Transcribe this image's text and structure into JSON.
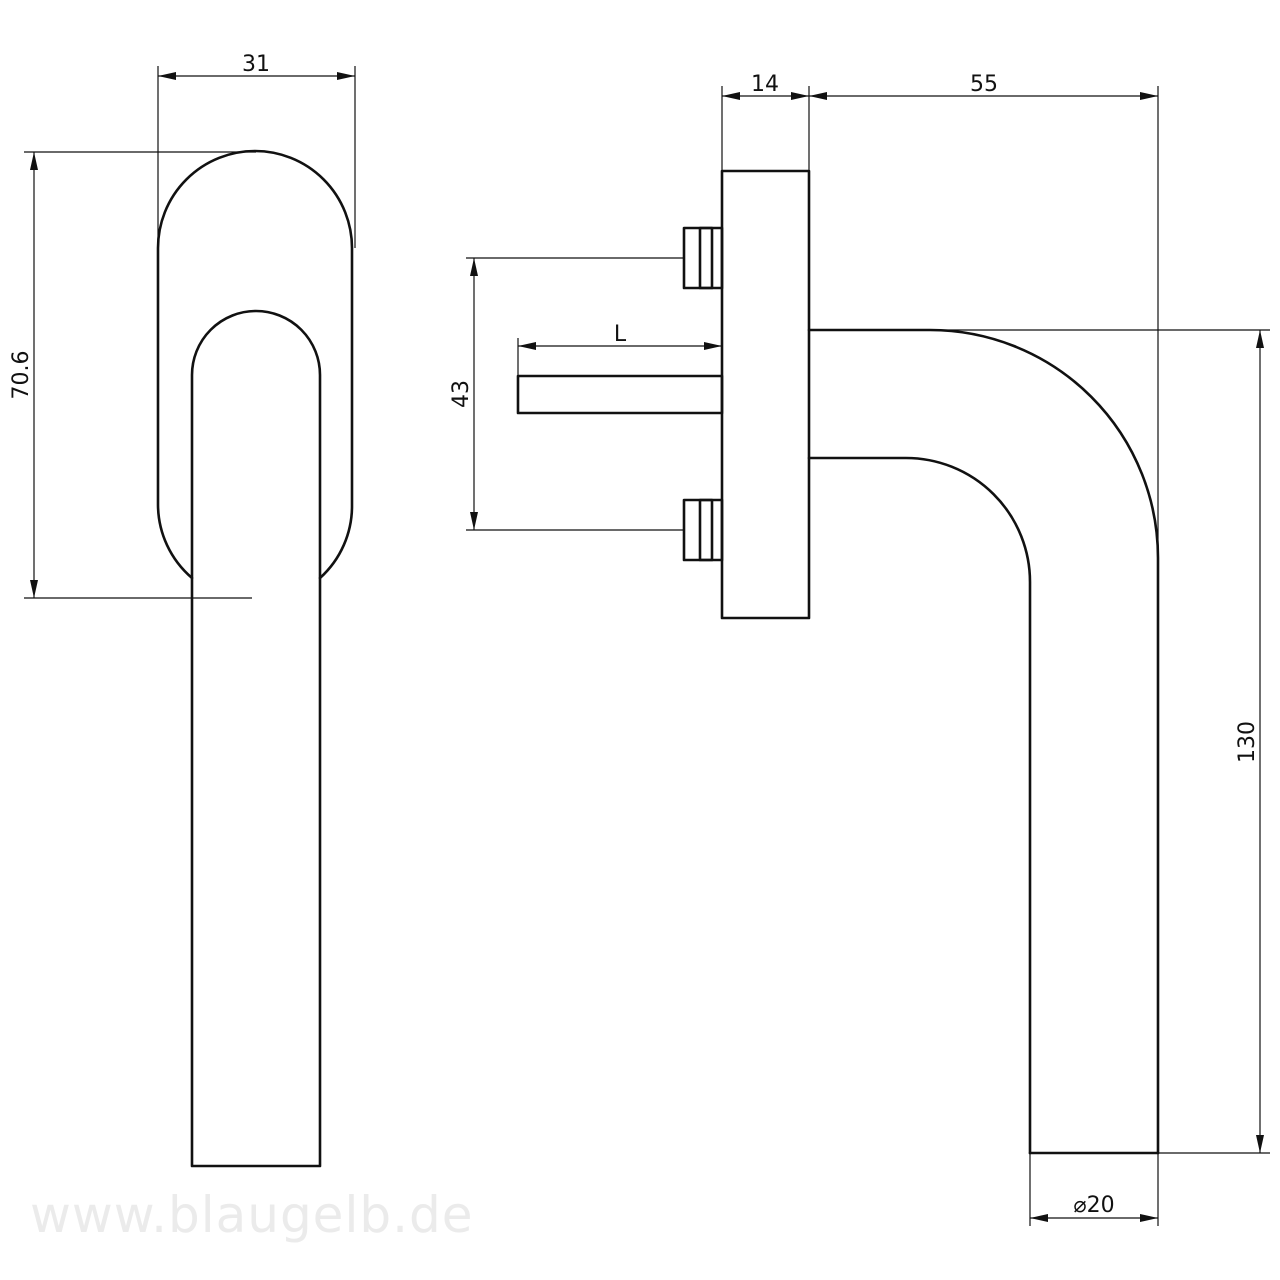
{
  "drawing": {
    "watermark": "www.blaugelb.de",
    "front_view": {
      "dim_width": "31",
      "dim_height": "70.6"
    },
    "side_view": {
      "dim_rose_depth": "14",
      "dim_projection": "55",
      "dim_screw_spacing": "43",
      "dim_spindle_length": "L",
      "dim_total_height": "130",
      "dim_diameter": "⌀20"
    },
    "colors": {
      "line": "#111111",
      "background": "#ffffff",
      "watermark": "#ebebeb"
    }
  }
}
